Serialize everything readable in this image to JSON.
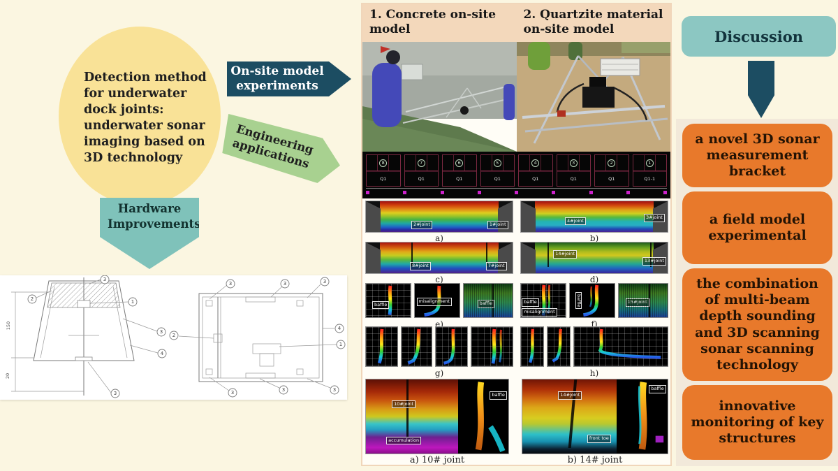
{
  "colors": {
    "cream": "#fbf6e1",
    "panel": "#fffdf6",
    "peach": "#f3d8bb",
    "yellow": "#f9e297",
    "teal-dark": "#1c4d62",
    "teal-light": "#8cc7c2",
    "teal-mid": "#7fc2ba",
    "green": "#a8d190",
    "orange": "#e8792b",
    "ink": "#1f1f1f",
    "strip": "#f2e9da"
  },
  "left": {
    "circle_text": "Detection method for underwater dock joints: underwater sonar imaging based on 3D technology",
    "onsite_label": "On-site model experiments",
    "engineering_label": "Engineering applications",
    "hardware_label": "Hardware Improvements",
    "drawing_a": {
      "dims": [
        "150",
        "20"
      ],
      "callouts": [
        "3",
        "2",
        "1",
        "3",
        "4",
        "3"
      ]
    },
    "drawing_b": {
      "callouts": [
        "3",
        "3",
        "3",
        "2",
        "4",
        "1",
        "3",
        "3",
        "3"
      ]
    }
  },
  "middle": {
    "header": [
      "1. Concrete on-site model",
      "2. Quartzite material on-site model"
    ],
    "cad": {
      "cells": [
        {
          "num": "8",
          "label": "Q1"
        },
        {
          "num": "7",
          "label": "Q1"
        },
        {
          "num": "6",
          "label": "Q1"
        },
        {
          "num": "5",
          "label": "Q1"
        },
        {
          "num": "4",
          "label": "Q1"
        },
        {
          "num": "3",
          "label": "Q1"
        },
        {
          "num": "2",
          "label": "Q1"
        },
        {
          "num": "1",
          "label": "Q1-1"
        }
      ]
    },
    "figures": {
      "a": {
        "caption": "a)",
        "labels": [
          "2#joint",
          "1#joint"
        ]
      },
      "b": {
        "caption": "b)",
        "labels": [
          "4#joint",
          "3#joint"
        ]
      },
      "c": {
        "caption": "c)",
        "labels": [
          "8#joint",
          "7#joint"
        ]
      },
      "d": {
        "caption": "d)",
        "labels": [
          "14#joint",
          "13#joint"
        ]
      },
      "e": {
        "caption": "e)",
        "labels": [
          "baffle",
          "misalignment",
          "baffle"
        ]
      },
      "f": {
        "caption": "f)",
        "labels": [
          "baffle",
          "misalignment",
          "baffle",
          "15#joint"
        ]
      },
      "g": {
        "caption": "g)"
      },
      "h": {
        "caption": "h)"
      },
      "ja": {
        "caption": "a) 10# joint",
        "labels": [
          "10#joint",
          "accumulation",
          "baffle"
        ]
      },
      "jb": {
        "caption": "b) 14# joint",
        "labels": [
          "14#joint",
          "front toe",
          "baffle"
        ]
      }
    }
  },
  "right": {
    "discussion": "Discussion",
    "boxes": [
      "a novel 3D sonar measurement bracket",
      "a field model experimental",
      "the combination of multi-beam depth sounding and 3D scanning sonar scanning technology",
      "innovative monitoring of key structures"
    ]
  }
}
